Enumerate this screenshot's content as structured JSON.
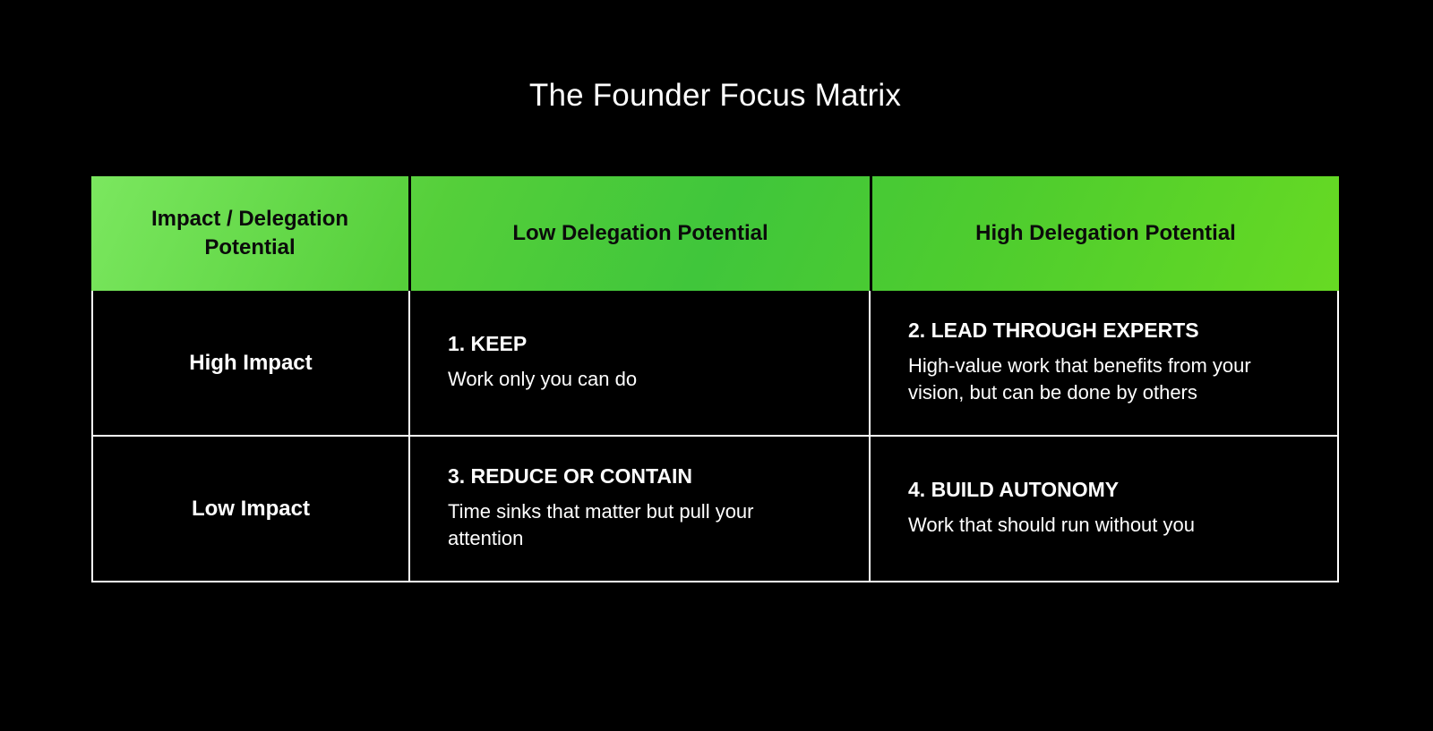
{
  "title": "The Founder Focus Matrix",
  "colors": {
    "page_background": "#000000",
    "header_gradient_left": "#7be75f",
    "header_gradient_mid": "#40c63b",
    "header_gradient_right": "#67da23",
    "header_divider": "#000000",
    "header_text": "#0b0b0b",
    "body_text": "#ffffff",
    "grid_border": "#ffffff"
  },
  "matrix": {
    "axis_header": "Impact / Delegation Potential",
    "column_headers": [
      "Low Delegation Potential",
      "High Delegation Potential"
    ],
    "row_headers": [
      "High Impact",
      "Low Impact"
    ],
    "quadrants": [
      [
        {
          "heading": "1. KEEP",
          "description": "Work only you can do"
        },
        {
          "heading": "2. LEAD THROUGH EXPERTS",
          "description": "High-value work that benefits from your vision, but can be done by others"
        }
      ],
      [
        {
          "heading": "3. REDUCE OR CONTAIN",
          "description": "Time sinks that matter but pull your attention"
        },
        {
          "heading": "4. BUILD AUTONOMY",
          "description": "Work that should run without you"
        }
      ]
    ]
  }
}
